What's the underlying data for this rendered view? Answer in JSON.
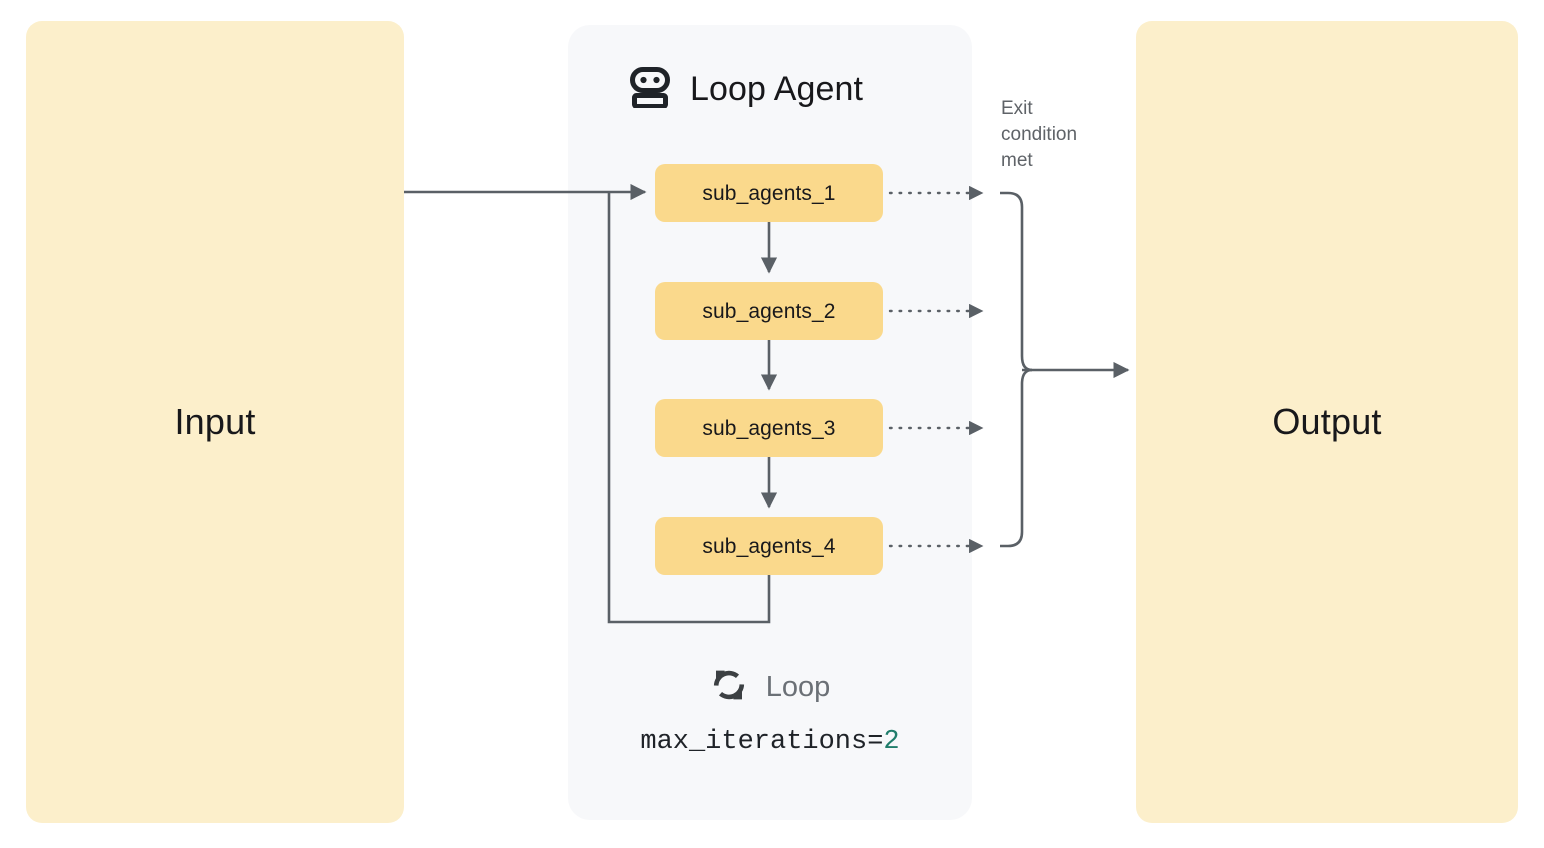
{
  "diagram": {
    "type": "loop-agent-flow",
    "input": {
      "label": "Input"
    },
    "output": {
      "label": "Output"
    },
    "panel": {
      "title": "Loop Agent",
      "icon": "robot-icon"
    },
    "agents": [
      {
        "label": "sub_agents_1"
      },
      {
        "label": "sub_agents_2"
      },
      {
        "label": "sub_agents_3"
      },
      {
        "label": "sub_agents_4"
      }
    ],
    "exit_condition": {
      "label": "Exit\ncondition\nmet"
    },
    "loop_footer": {
      "icon": "loop-refresh-icon",
      "label": "Loop",
      "param_name": "max_iterations=",
      "param_value": "2"
    },
    "colors": {
      "io_box": "#FCEFCB",
      "agent_box": "#FAD98C",
      "panel_bg": "#F7F8FA",
      "connector": "#5f6368",
      "text_primary": "#18181b",
      "text_muted": "#5f6368",
      "param_value": "#207d6b"
    }
  }
}
